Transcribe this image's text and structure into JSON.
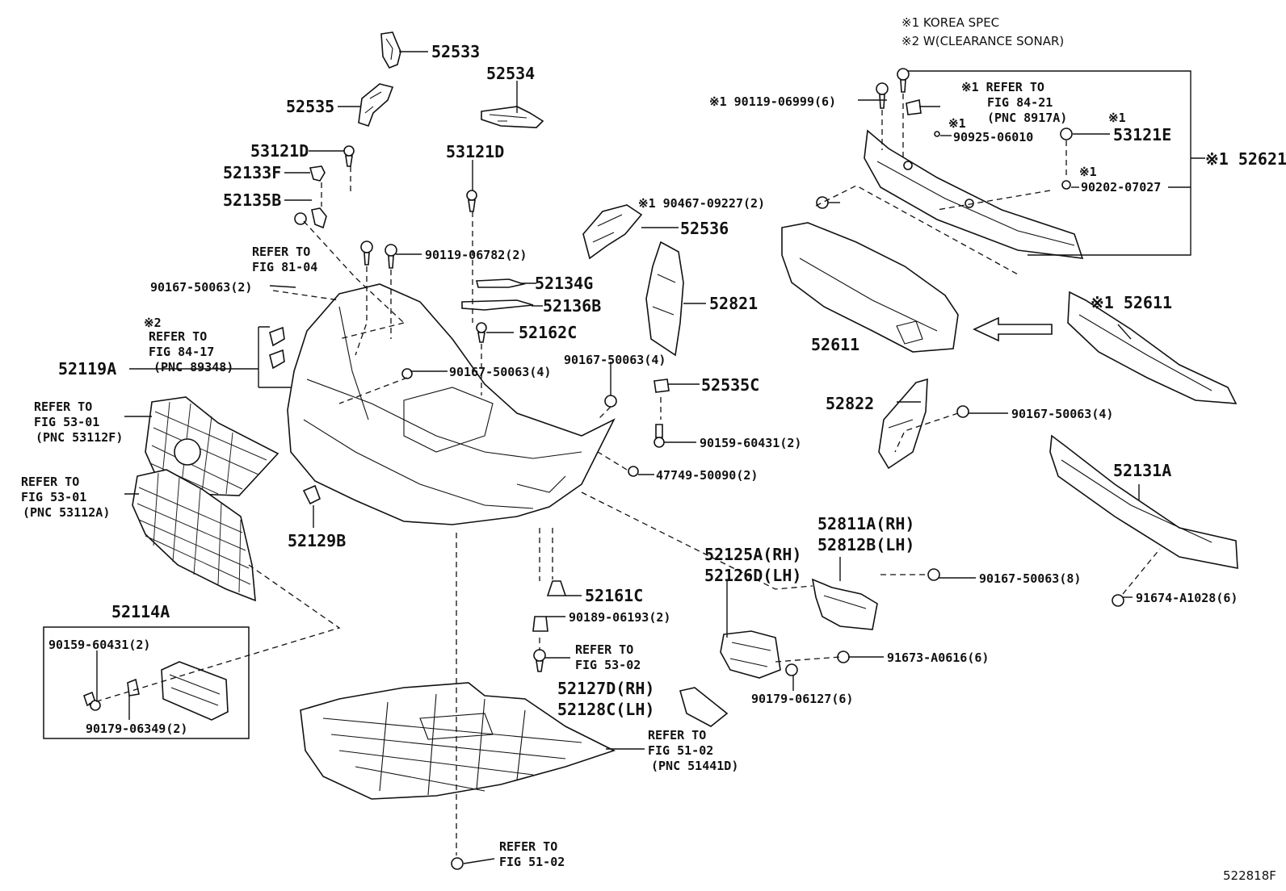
{
  "header": {
    "note_1": "※1 KOREA SPEC",
    "note_2": "※2 W(CLEARANCE SONAR)"
  },
  "figure_id": "522818F",
  "labels": [
    {
      "id": "p52533",
      "text": "52533"
    },
    {
      "id": "p52534",
      "text": "52534"
    },
    {
      "id": "p52535",
      "text": "52535"
    },
    {
      "id": "p53121D_a",
      "text": "53121D"
    },
    {
      "id": "p52133F",
      "text": "52133F"
    },
    {
      "id": "p52135B",
      "text": "52135B"
    },
    {
      "id": "p53121D_b",
      "text": "53121D"
    },
    {
      "id": "ref_81_04_a",
      "text": "REFER TO"
    },
    {
      "id": "ref_81_04_b",
      "text": "FIG 81-04"
    },
    {
      "id": "p90119_06782",
      "text": "90119-06782(2)"
    },
    {
      "id": "p90167_50063_2",
      "text": "90167-50063(2)"
    },
    {
      "id": "p52134G",
      "text": "52134G"
    },
    {
      "id": "p52136B",
      "text": "52136B"
    },
    {
      "id": "p52162C",
      "text": "52162C"
    },
    {
      "id": "ref_84_17_n",
      "text": "※2"
    },
    {
      "id": "ref_84_17_a",
      "text": "REFER TO"
    },
    {
      "id": "ref_84_17_b",
      "text": "FIG 84-17"
    },
    {
      "id": "ref_84_17_c",
      "text": "(PNC 89348)"
    },
    {
      "id": "p52119A",
      "text": "52119A"
    },
    {
      "id": "p90167_50063_4a",
      "text": "90167-50063(4)"
    },
    {
      "id": "p90167_50063_4b",
      "text": "90167-50063(4)"
    },
    {
      "id": "p52535C",
      "text": "52535C"
    },
    {
      "id": "p90159_60431_b",
      "text": "90159-60431(2)"
    },
    {
      "id": "p47749_50090",
      "text": "47749-50090(2)"
    },
    {
      "id": "ref_53_01f_a",
      "text": "REFER TO"
    },
    {
      "id": "ref_53_01f_b",
      "text": "FIG 53-01"
    },
    {
      "id": "ref_53_01f_c",
      "text": "(PNC 53112F)"
    },
    {
      "id": "ref_53_01a_a",
      "text": "REFER TO"
    },
    {
      "id": "ref_53_01a_b",
      "text": "FIG 53-01"
    },
    {
      "id": "ref_53_01a_c",
      "text": "(PNC 53112A)"
    },
    {
      "id": "p52129B",
      "text": "52129B"
    },
    {
      "id": "p52114A",
      "text": "52114A"
    },
    {
      "id": "p90159_60431_a",
      "text": "90159-60431(2)"
    },
    {
      "id": "p90179_06349",
      "text": "90179-06349(2)"
    },
    {
      "id": "p52161C",
      "text": "52161C"
    },
    {
      "id": "p90189_06193",
      "text": "90189-06193(2)"
    },
    {
      "id": "ref_53_02_a",
      "text": "REFER TO"
    },
    {
      "id": "ref_53_02_b",
      "text": "FIG 53-02"
    },
    {
      "id": "p52127D",
      "text": "52127D(RH)"
    },
    {
      "id": "p52128C",
      "text": "52128C(LH)"
    },
    {
      "id": "ref_51_02d_a",
      "text": "REFER TO"
    },
    {
      "id": "ref_51_02d_b",
      "text": "FIG 51-02"
    },
    {
      "id": "ref_51_02d_c",
      "text": "(PNC 51441D)"
    },
    {
      "id": "ref_51_02_a",
      "text": "REFER TO"
    },
    {
      "id": "ref_51_02_b",
      "text": "FIG 51-02"
    },
    {
      "id": "p52536",
      "text": "52536"
    },
    {
      "id": "p90467_09227",
      "text": "※1 90467-09227(2)"
    },
    {
      "id": "p52821",
      "text": "52821"
    },
    {
      "id": "p90119_06999",
      "text": "※1 90119-06999(6)"
    },
    {
      "id": "ref_84_21_a",
      "text": "※1 REFER TO"
    },
    {
      "id": "ref_84_21_b",
      "text": "FIG 84-21"
    },
    {
      "id": "ref_84_21_c",
      "text": "(PNC 8917A)"
    },
    {
      "id": "n_90925",
      "text": "※1"
    },
    {
      "id": "p90925_06010",
      "text": "90925-06010"
    },
    {
      "id": "n_53121E",
      "text": "※1"
    },
    {
      "id": "p53121E",
      "text": "53121E"
    },
    {
      "id": "n_90202",
      "text": "※1"
    },
    {
      "id": "p90202_07027",
      "text": "90202-07027"
    },
    {
      "id": "p52621",
      "text": "※1 52621"
    },
    {
      "id": "p52611_a",
      "text": "52611"
    },
    {
      "id": "p52611_b",
      "text": "※1 52611"
    },
    {
      "id": "p52822",
      "text": "52822"
    },
    {
      "id": "p90167_50063_4c",
      "text": "90167-50063(4)"
    },
    {
      "id": "p52131A",
      "text": "52131A"
    },
    {
      "id": "p52811A",
      "text": "52811A(RH)"
    },
    {
      "id": "p52812B",
      "text": "52812B(LH)"
    },
    {
      "id": "p52125A",
      "text": "52125A(RH)"
    },
    {
      "id": "p52126D",
      "text": "52126D(LH)"
    },
    {
      "id": "p90167_50063_8",
      "text": "90167-50063(8)"
    },
    {
      "id": "p91674_A1028",
      "text": "91674-A1028(6)"
    },
    {
      "id": "p91673_A0616",
      "text": "91673-A0616(6)"
    },
    {
      "id": "p90179_06127",
      "text": "90179-06127(6)"
    }
  ]
}
